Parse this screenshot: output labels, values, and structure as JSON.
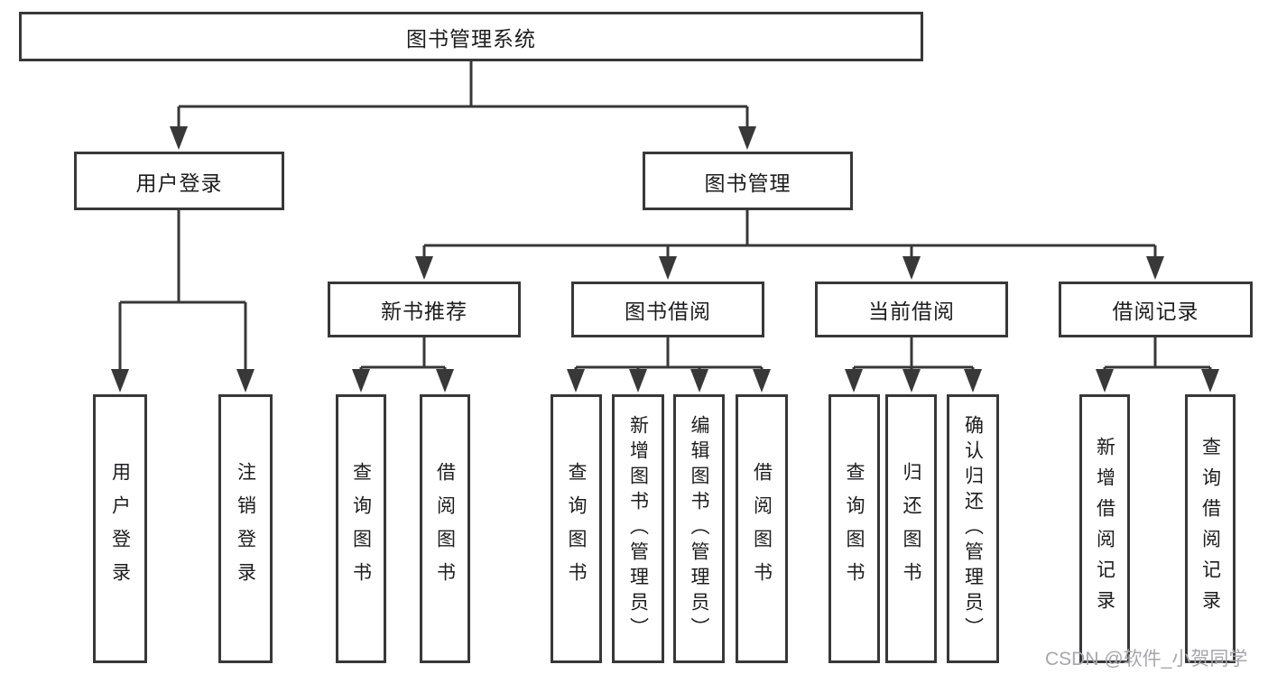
{
  "nodes": {
    "root": {
      "label": "图书管理系统"
    },
    "level2": [
      {
        "label": "用户登录"
      },
      {
        "label": "图书管理"
      }
    ],
    "level3": [
      {
        "label": "新书推荐"
      },
      {
        "label": "图书借阅"
      },
      {
        "label": "当前借阅"
      },
      {
        "label": "借阅记录"
      }
    ],
    "leaves": [
      {
        "label": "用户登录"
      },
      {
        "label": "注销登录"
      },
      {
        "label": "查询图书"
      },
      {
        "label": "借阅图书"
      },
      {
        "label": "查询图书"
      },
      {
        "label": "新增图书（管理员）"
      },
      {
        "label": "编辑图书（管理员）"
      },
      {
        "label": "借阅图书"
      },
      {
        "label": "查询图书"
      },
      {
        "label": "归还图书"
      },
      {
        "label": "确认归还（管理员）"
      },
      {
        "label": "新增借阅记录"
      },
      {
        "label": "查询借阅记录"
      }
    ]
  },
  "watermark": {
    "text": "CSDN @软件_小贺同学"
  },
  "colors": {
    "line": "#383838",
    "text": "#1d1d1f",
    "watermark": "#a6a6ac",
    "background": "#ffffff"
  }
}
